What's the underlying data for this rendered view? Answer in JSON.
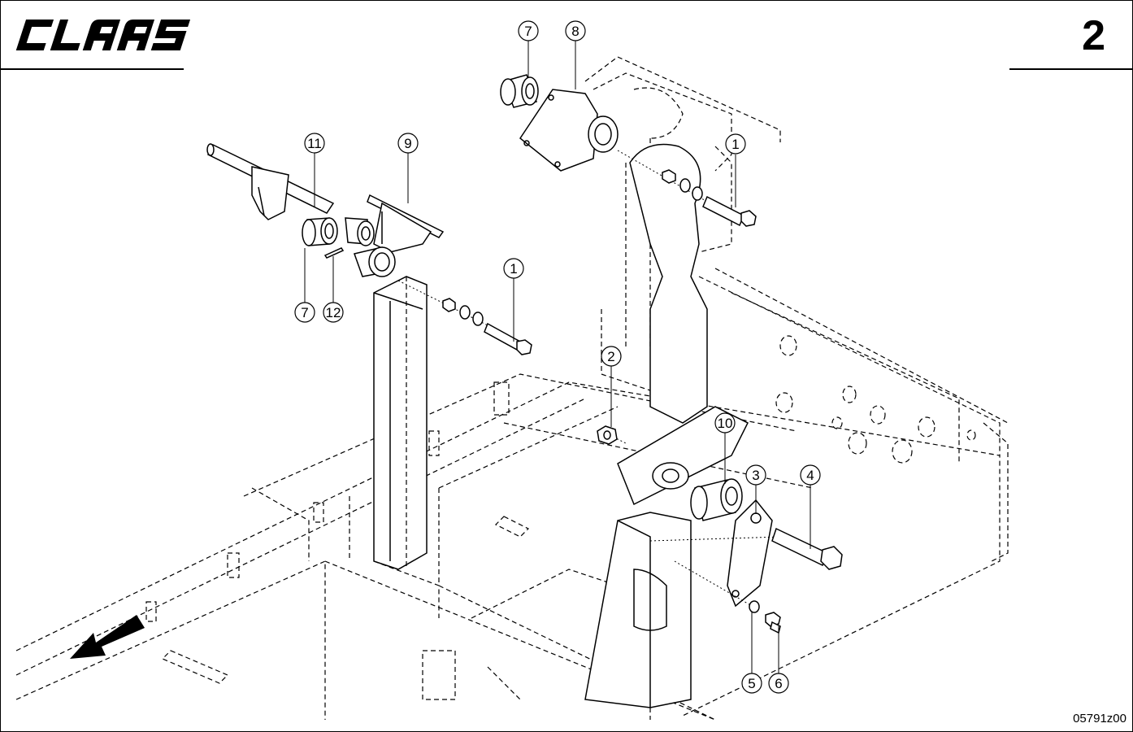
{
  "brand": {
    "logo_text": "CLAAS",
    "logo_color": "#000000"
  },
  "header": {
    "page_number": "2"
  },
  "footer": {
    "drawing_id": "05791z00"
  },
  "callouts": [
    {
      "id": "c7a",
      "label": "7"
    },
    {
      "id": "c8",
      "label": "8"
    },
    {
      "id": "c11",
      "label": "11"
    },
    {
      "id": "c9",
      "label": "9"
    },
    {
      "id": "c1a",
      "label": "1"
    },
    {
      "id": "c1b",
      "label": "1"
    },
    {
      "id": "c7b",
      "label": "7"
    },
    {
      "id": "c12",
      "label": "12"
    },
    {
      "id": "c2",
      "label": "2"
    },
    {
      "id": "c10",
      "label": "10"
    },
    {
      "id": "c3",
      "label": "3"
    },
    {
      "id": "c4",
      "label": "4"
    },
    {
      "id": "c5",
      "label": "5"
    },
    {
      "id": "c6",
      "label": "6"
    }
  ],
  "icons": {
    "direction": "direction-arrow-icon"
  }
}
